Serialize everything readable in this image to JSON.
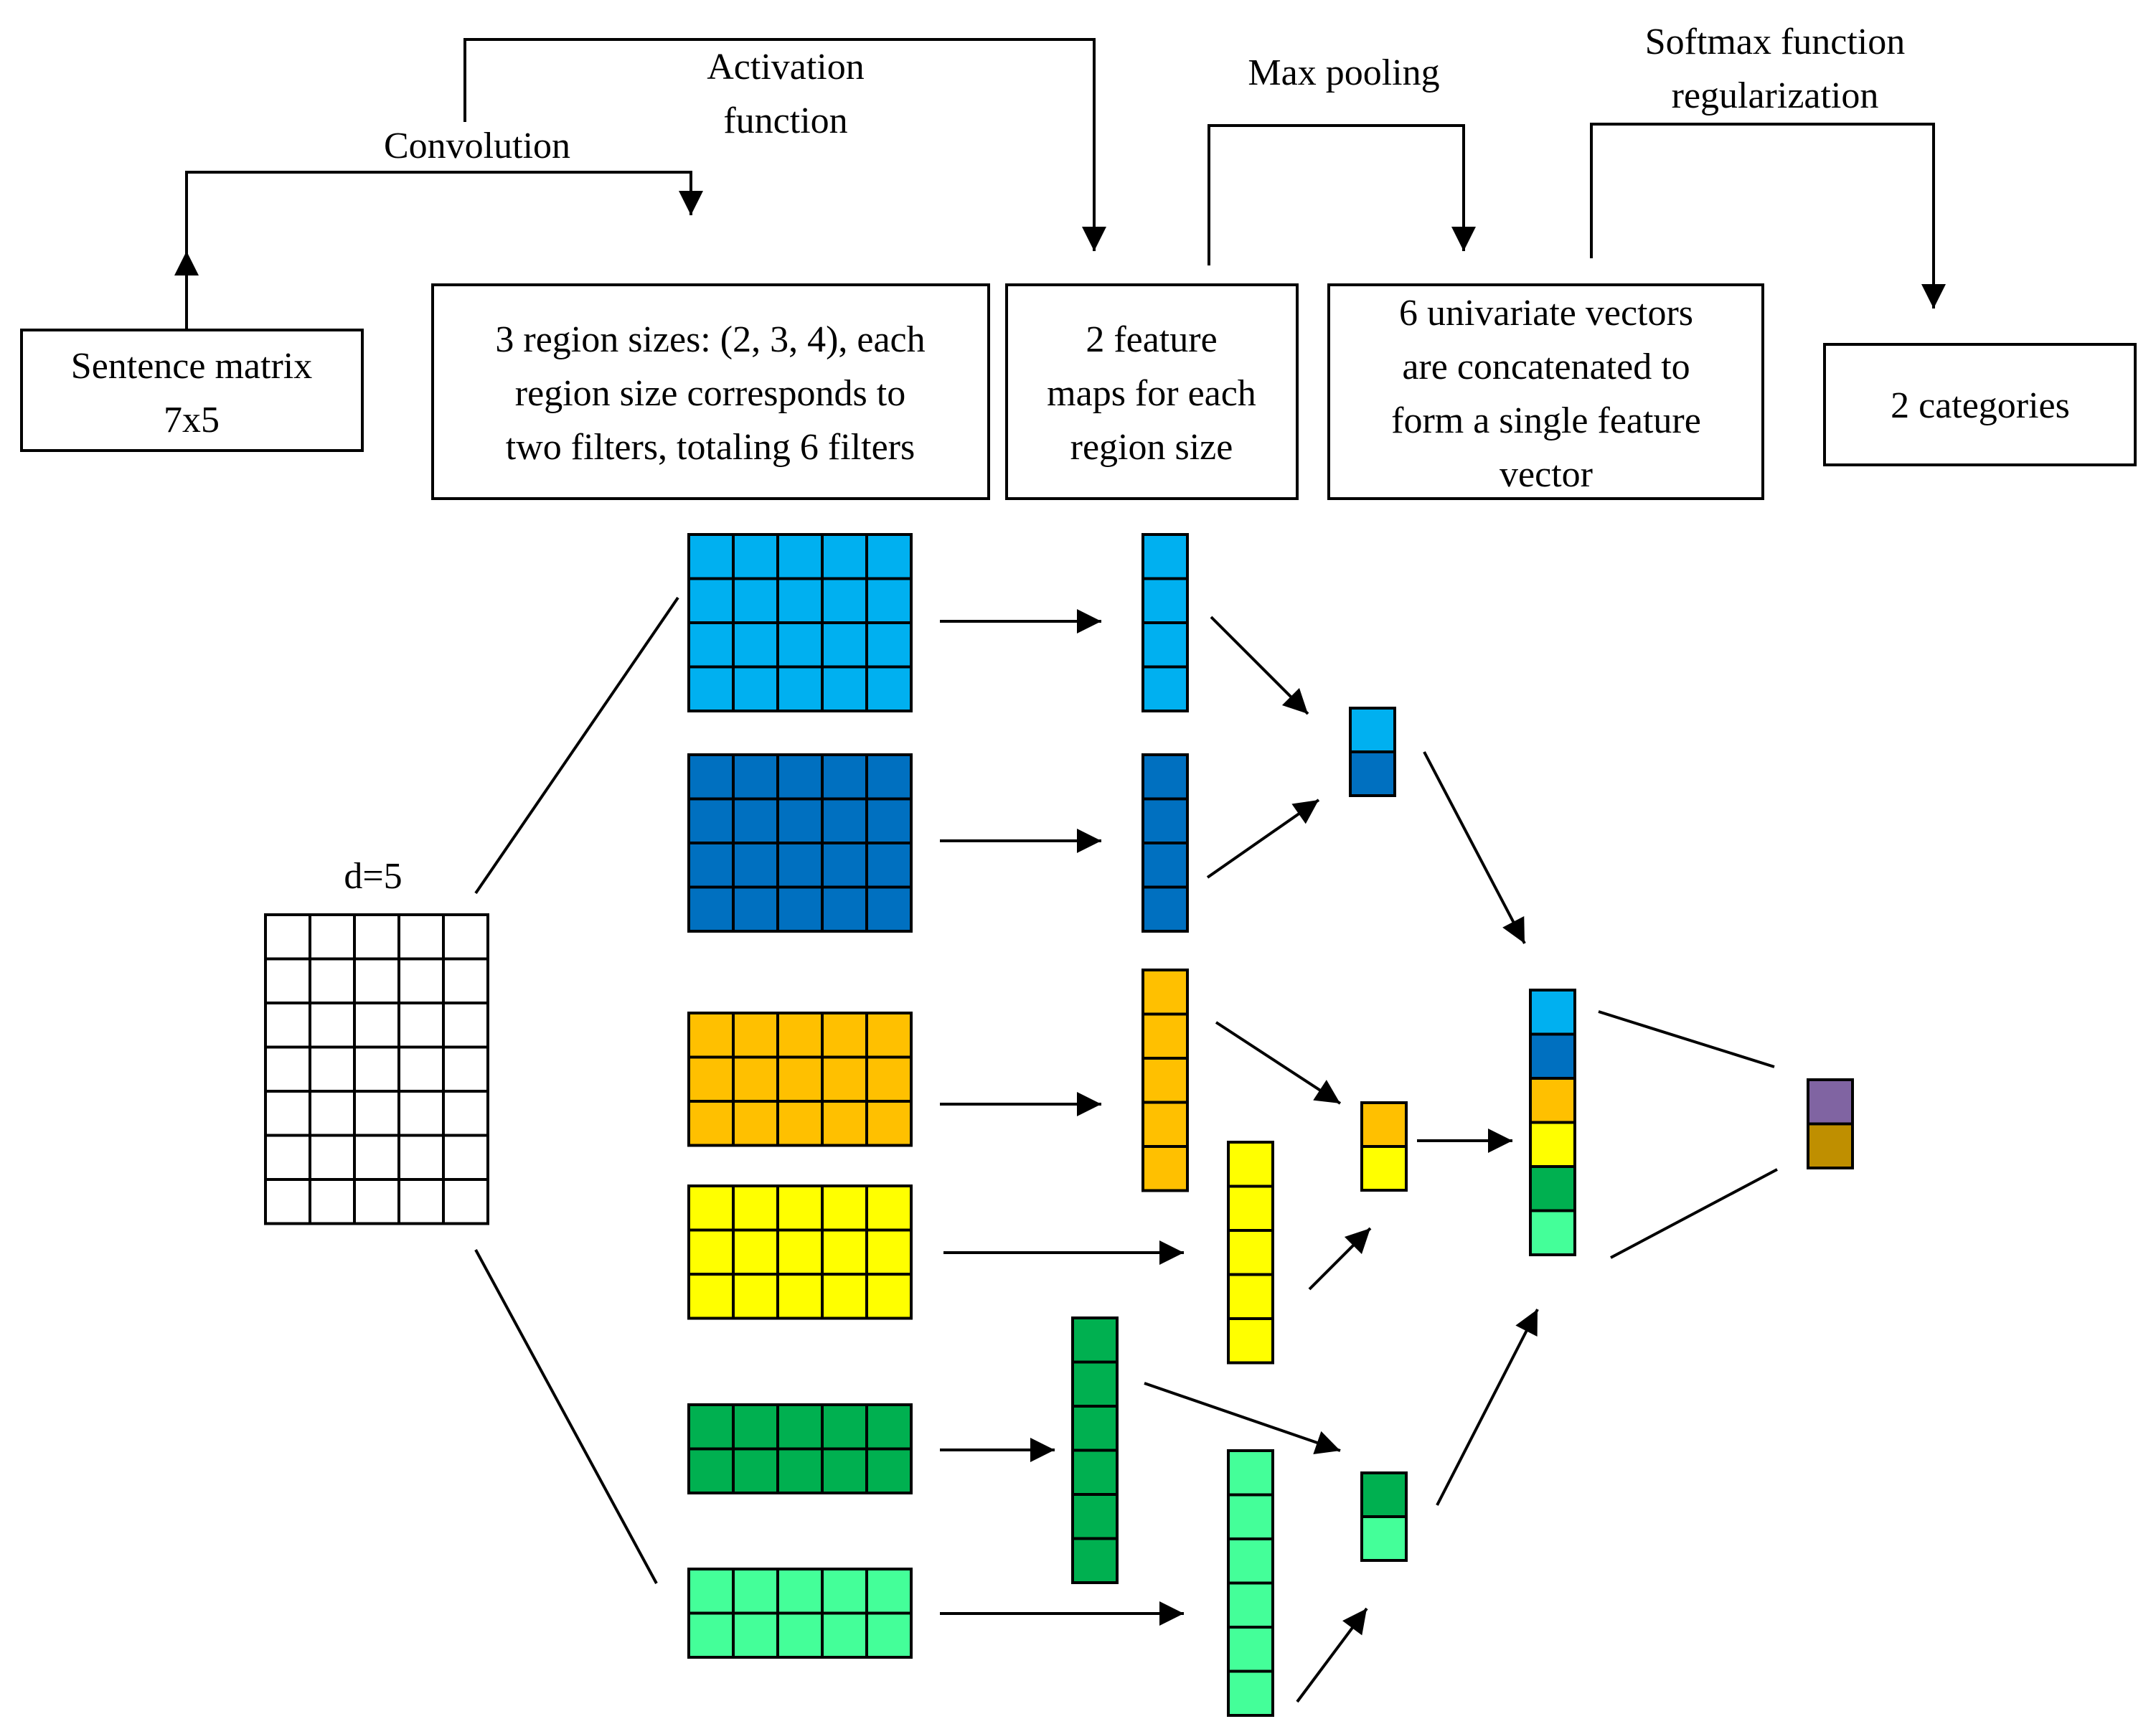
{
  "step_labels": {
    "convolution": "Convolution",
    "activation": [
      "Activation",
      "function"
    ],
    "max_pooling": "Max pooling",
    "softmax": [
      "Softmax function",
      "regularization"
    ]
  },
  "boxes": {
    "sentence_matrix": [
      "Sentence matrix",
      "7x5"
    ],
    "region_sizes": [
      "3 region sizes: (2, 3, 4), each",
      "region size corresponds to",
      "two filters, totaling 6 filters"
    ],
    "feature_maps": [
      "2 feature",
      "maps for each",
      "region size"
    ],
    "univariate": [
      "6 univariate vectors",
      "are concatenated to",
      "form a single feature",
      "vector"
    ],
    "categories": [
      "2 categories"
    ]
  },
  "matrix_label": "d=5",
  "colors": {
    "light_blue": "#00b0f0",
    "dark_blue": "#0070c0",
    "orange": "#ffc000",
    "yellow": "#ffff00",
    "green": "#00b050",
    "light_green": "#44ff99",
    "purple": "#8064a2",
    "brown": "#bf8f00",
    "white": "#ffffff"
  },
  "sentence_matrix": {
    "rows": 7,
    "cols": 5
  },
  "filters": [
    {
      "rows": 4,
      "color": "light_blue"
    },
    {
      "rows": 4,
      "color": "dark_blue"
    },
    {
      "rows": 3,
      "color": "orange"
    },
    {
      "rows": 3,
      "color": "yellow"
    },
    {
      "rows": 2,
      "color": "green"
    },
    {
      "rows": 2,
      "color": "light_green"
    }
  ],
  "feature_maps": [
    {
      "cells": 4,
      "color": "light_blue"
    },
    {
      "cells": 4,
      "color": "dark_blue"
    },
    {
      "cells": 5,
      "color": "orange"
    },
    {
      "cells": 5,
      "color": "yellow"
    },
    {
      "cells": 6,
      "color": "green"
    },
    {
      "cells": 6,
      "color": "light_green"
    }
  ],
  "pooled_pairs": [
    [
      "light_blue",
      "dark_blue"
    ],
    [
      "orange",
      "yellow"
    ],
    [
      "green",
      "light_green"
    ]
  ],
  "concat_vector": [
    "light_blue",
    "dark_blue",
    "orange",
    "yellow",
    "green",
    "light_green"
  ],
  "output_vector": [
    "purple",
    "brown"
  ]
}
